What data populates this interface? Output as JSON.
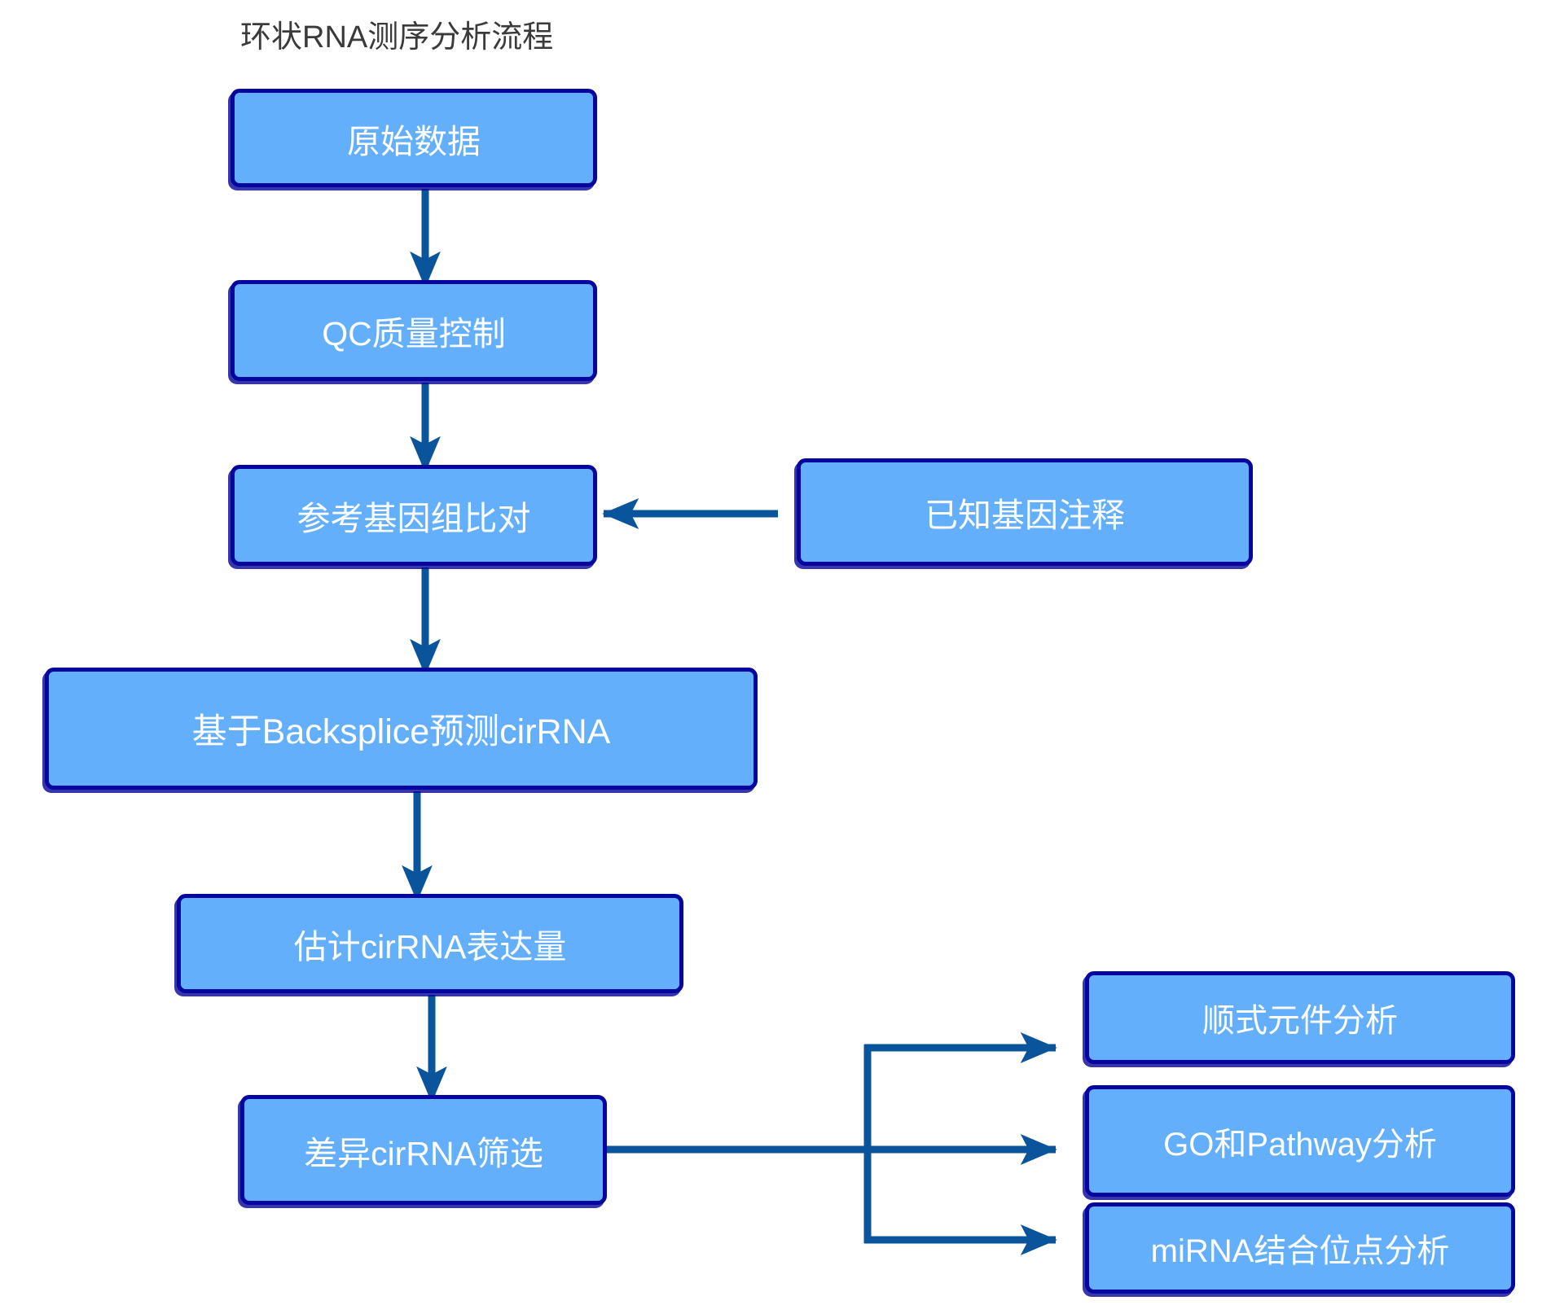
{
  "title": "环状RNA测序分析流程",
  "diagram_type": "flowchart",
  "colors": {
    "node_fill": "#64affc",
    "node_border": "#0505a0",
    "arrow": "#0a549c",
    "node_text": "#ffffff",
    "title_text": "#3a3a3a",
    "background": "#ffffff"
  },
  "nodes": [
    {
      "id": "raw-data",
      "label": "原始数据"
    },
    {
      "id": "qc",
      "label": "QC质量控制"
    },
    {
      "id": "genome-alignment",
      "label": "参考基因组比对"
    },
    {
      "id": "known-gene-annotation",
      "label": "已知基因注释"
    },
    {
      "id": "backsplice-prediction",
      "label": "基于Backsplice预测cirRNA"
    },
    {
      "id": "expression-estimation",
      "label": "估计cirRNA表达量"
    },
    {
      "id": "differential-screening",
      "label": "差异cirRNA筛选"
    },
    {
      "id": "cis-element-analysis",
      "label": "顺式元件分析"
    },
    {
      "id": "go-pathway-analysis",
      "label": "GO和Pathway分析"
    },
    {
      "id": "mirna-binding-site-analysis",
      "label": "miRNA结合位点分析"
    }
  ],
  "edges": [
    {
      "from": "原始数据",
      "to": "QC质量控制"
    },
    {
      "from": "QC质量控制",
      "to": "参考基因组比对"
    },
    {
      "from": "已知基因注释",
      "to": "参考基因组比对"
    },
    {
      "from": "参考基因组比对",
      "to": "基于Backsplice预测cirRNA"
    },
    {
      "from": "基于Backsplice预测cirRNA",
      "to": "估计cirRNA表达量"
    },
    {
      "from": "估计cirRNA表达量",
      "to": "差异cirRNA筛选"
    },
    {
      "from": "差异cirRNA筛选",
      "to": "顺式元件分析"
    },
    {
      "from": "差异cirRNA筛选",
      "to": "GO和Pathway分析"
    },
    {
      "from": "差异cirRNA筛选",
      "to": "miRNA结合位点分析"
    }
  ]
}
